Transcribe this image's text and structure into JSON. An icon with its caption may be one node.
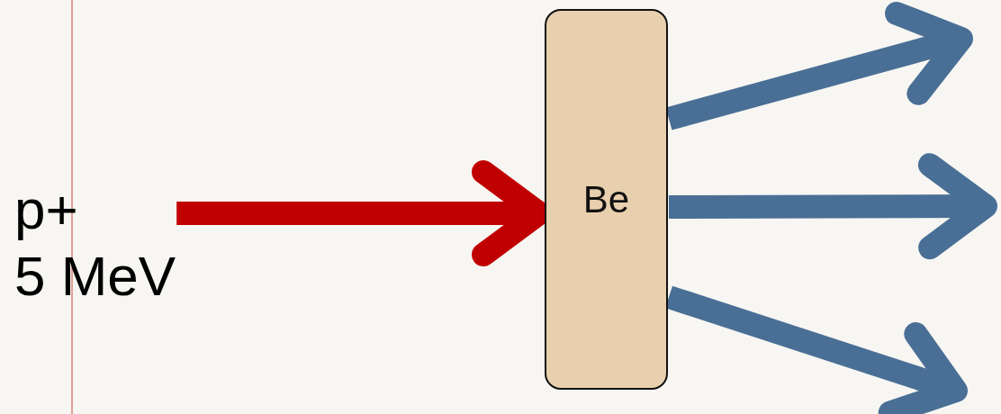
{
  "diagram": {
    "nodes": [
      {
        "text": [
          "p+",
          "5 MeV"
        ]
      },
      {
        "text": [
          "Be"
        ]
      }
    ],
    "edges": [
      {
        "from": 0,
        "to": 1,
        "arrow": "to",
        "color": "#c00000"
      },
      {
        "from": 1,
        "to": null,
        "arrow": "to"
      },
      {
        "from": 1,
        "to": null,
        "arrow": "to"
      },
      {
        "from": 1,
        "to": null,
        "arrow": "to"
      }
    ]
  }
}
